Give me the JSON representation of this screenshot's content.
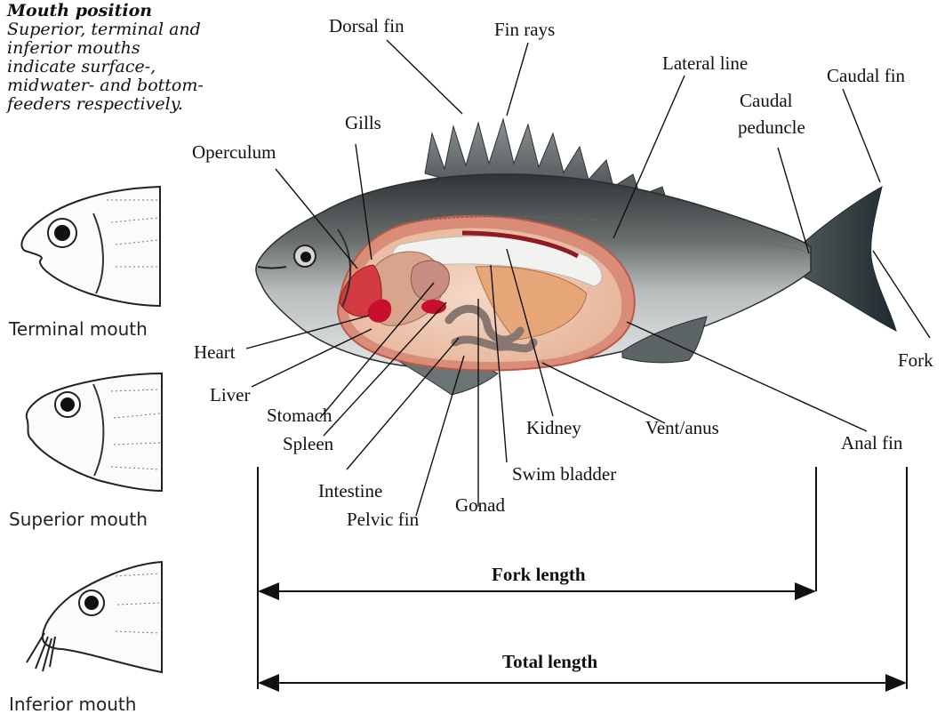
{
  "sidebar": {
    "title": "Mouth position",
    "description": "Superior, terminal and inferior mouths indicate surface-, midwater- and bottom-feeders respectively.",
    "mouth_types": [
      {
        "caption": "Terminal mouth"
      },
      {
        "caption": "Superior mouth"
      },
      {
        "caption": "Inferior mouth"
      }
    ]
  },
  "labels": {
    "dorsal_fin": "Dorsal fin",
    "fin_rays": "Fin rays",
    "lateral_line": "Lateral line",
    "caudal_fin": "Caudal fin",
    "caudal_peduncle_1": "Caudal",
    "caudal_peduncle_2": "peduncle",
    "gills": "Gills",
    "operculum": "Operculum",
    "heart": "Heart",
    "liver": "Liver",
    "stomach": "Stomach",
    "spleen": "Spleen",
    "intestine": "Intestine",
    "pelvic_fin": "Pelvic fin",
    "gonad": "Gonad",
    "swim_bladder": "Swim bladder",
    "kidney": "Kidney",
    "vent_anus": "Vent/anus",
    "anal_fin": "Anal fin",
    "fork": "Fork"
  },
  "measurements": {
    "fork_length": "Fork length",
    "total_length": "Total length"
  },
  "colors": {
    "fish_back": "#3a3f41",
    "fish_belly": "#cfd3d4",
    "organ_red": "#c8102e",
    "liver": "#e8a080",
    "body_cavity": "#f2d2c0"
  }
}
